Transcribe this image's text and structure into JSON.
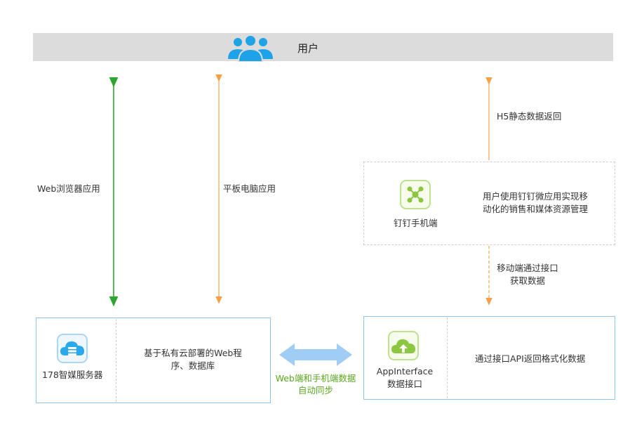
{
  "header": {
    "user_label": "用户"
  },
  "connections": {
    "web_browser": "Web浏览器应用",
    "tablet": "平板电脑应用",
    "h5_return": "H5静态数据返回",
    "mobile_api_line1": "移动端通过接口",
    "mobile_api_line2": "获取数据",
    "sync_line1": "Web端和手机端数据",
    "sync_line2": "自动同步"
  },
  "dingtalk": {
    "name": "钉钉手机端",
    "desc_line1": "用户使用钉钉微应用实现移",
    "desc_line2": "动化的销售和媒体资源管理"
  },
  "server": {
    "name": "178智媒服务器",
    "desc_line1": "基于私有云部署的Web程",
    "desc_line2": "序、数据库"
  },
  "app_interface": {
    "name_line1": "AppInterface",
    "name_line2": "数据接口",
    "desc": "通过接口API返回格式化数据"
  },
  "colors": {
    "green_arrow": "#2ea52e",
    "orange_arrow": "#f7a04a",
    "blue_arrow": "#9fcdf5",
    "user_icon": "#1fa3e8",
    "box_border": "#8ec5f0",
    "sync_text": "#5aa81e"
  }
}
